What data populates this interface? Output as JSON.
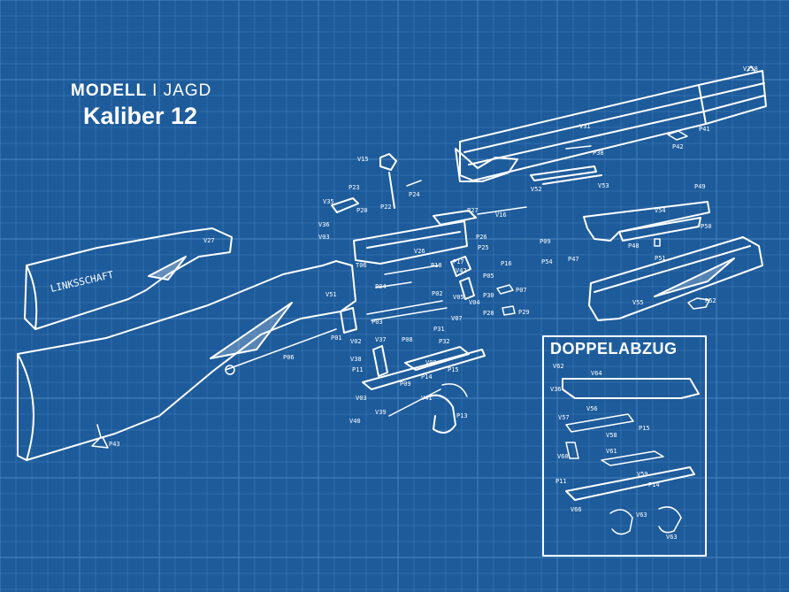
{
  "title": {
    "model_bold": "MODELL",
    "model_rest": "I JAGD",
    "caliber": "Kaliber 12"
  },
  "callout_stock_left": "LINKSSCHAFT",
  "panel_title": "DOPPELABZUG",
  "colors": {
    "background": "#1d5b9b",
    "grid": "#4b86c0",
    "line": "#ffffff"
  },
  "labels": {
    "v258": "V258",
    "v31": "V31",
    "p41": "P41",
    "p42": "P42",
    "p38": "P38",
    "v52": "V52",
    "v53": "V53",
    "p49": "P49",
    "v54": "V54",
    "p50": "P50",
    "p48": "P48",
    "p51": "P51",
    "p47": "P47",
    "p09": "P09",
    "p54": "P54",
    "v55": "V55",
    "p52": "P52",
    "v15": "V15",
    "p23": "P23",
    "p24": "P24",
    "v35": "V35",
    "p20": "P20",
    "p22": "P22",
    "v36": "V36",
    "v03a": "V03",
    "p27": "P27",
    "v16": "V16",
    "p26": "P26",
    "p25": "P25",
    "v26": "V26",
    "t06": "T06",
    "p18": "P18",
    "p17": "P17",
    "p16": "P16",
    "v42": "V42",
    "p05": "P05",
    "p04": "P04",
    "p02": "P02",
    "v05": "V05",
    "v04": "V04",
    "p07": "P07",
    "p30": "P30",
    "p28": "P28",
    "p29": "P29",
    "p03": "P03",
    "v07": "V07",
    "v27": "V27",
    "v51": "V51",
    "p01": "P01",
    "v02": "V02",
    "p06": "P06",
    "v37": "V37",
    "p08": "P08",
    "p31": "P31",
    "p32": "P32",
    "v38": "V38",
    "v08": "V08",
    "p11": "P11",
    "p15": "P15",
    "p14": "P14",
    "p09b": "P09",
    "v03b": "V03",
    "v41": "V41",
    "v39": "V39",
    "v40": "V40",
    "p13": "P13",
    "p43": "P43",
    "d_v62": "V62",
    "d_v64": "V64",
    "d_v36": "V36",
    "d_v56": "V56",
    "d_v57": "V57",
    "d_v58": "V58",
    "d_p15": "P15",
    "d_v60": "V60",
    "d_v61": "V61",
    "d_p11": "P11",
    "d_v59": "V59",
    "d_p14": "P14",
    "d_v66": "V66",
    "d_v63a": "V63",
    "d_v63b": "V63"
  }
}
